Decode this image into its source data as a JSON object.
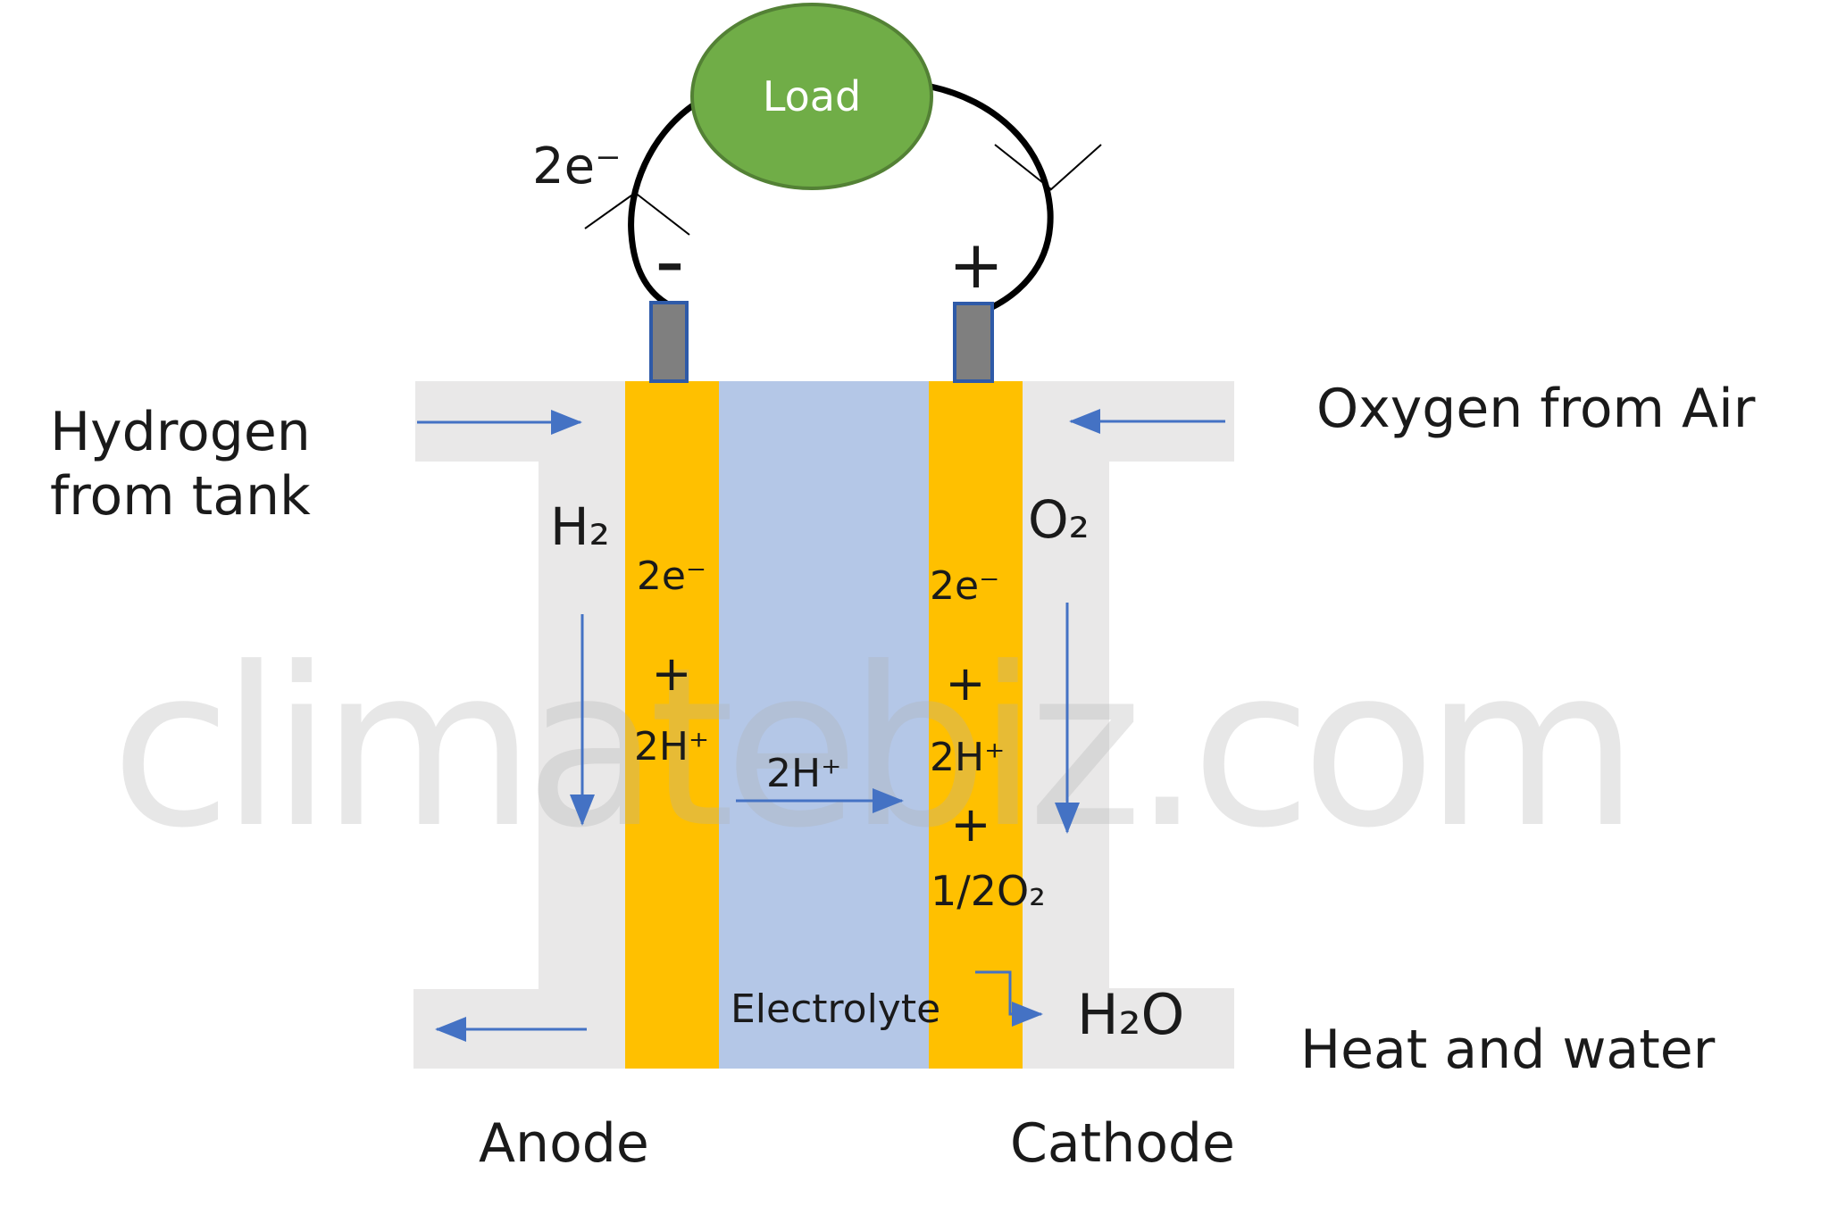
{
  "colors": {
    "electrode": "#FFC000",
    "electrolyte": "#B4C7E7",
    "channel": "#E9E8E8",
    "tab-fill": "#7F7F7F",
    "tab-border": "#2E5AA8",
    "load-fill": "#70AD47",
    "load-border": "#538135",
    "arrow": "#4472C4",
    "wire": "#000000",
    "text": "#1A1A1A",
    "watermark": "rgba(175,175,175,0.30)"
  },
  "load": {
    "label": "Load"
  },
  "circuit": {
    "electrons": "2e⁻",
    "negative": "-",
    "positive": "+"
  },
  "streams": {
    "hydrogen_line1": "Hydrogen",
    "hydrogen_line2": "from tank",
    "oxygen": "Oxygen from Air",
    "exhaust": "Heat and water"
  },
  "species": {
    "h2": "H₂",
    "o2": "O₂",
    "h2o": "H₂O"
  },
  "anode": {
    "label": "Anode",
    "line1": "2e⁻",
    "line2": "+",
    "line3": "2H⁺"
  },
  "cathode": {
    "label": "Cathode",
    "line1": "2e⁻",
    "line2": "+",
    "line3": "2H⁺",
    "line4": "+",
    "line5": "1/2O₂"
  },
  "electrolyte": {
    "label": "Electrolyte",
    "ion": "2H⁺"
  },
  "watermark": "climatebiz.com"
}
